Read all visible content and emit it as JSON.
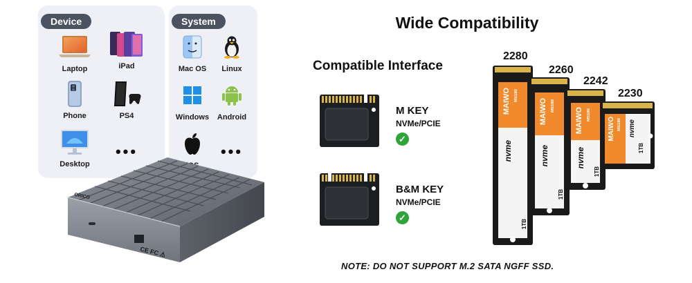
{
  "device_panel": {
    "title": "Device",
    "items": [
      {
        "label": "Laptop",
        "icon": "laptop-icon"
      },
      {
        "label": "iPad",
        "icon": "tablet-icon"
      },
      {
        "label": "Phone",
        "icon": "phone-icon"
      },
      {
        "label": "PS4",
        "icon": "console-icon"
      },
      {
        "label": "Desktop",
        "icon": "desktop-icon"
      },
      {
        "label": "•••",
        "icon": "more-icon"
      }
    ]
  },
  "system_panel": {
    "title": "System",
    "items": [
      {
        "label": "Mac OS",
        "icon": "finder-icon"
      },
      {
        "label": "Linux",
        "icon": "tux-icon"
      },
      {
        "label": "Windows",
        "icon": "windows-icon"
      },
      {
        "label": "Android",
        "icon": "android-icon"
      },
      {
        "label": "iOS",
        "icon": "apple-icon"
      },
      {
        "label": "•••",
        "icon": "more-icon"
      }
    ]
  },
  "hub": {
    "brand_mark": "ORICO",
    "cert_marks": "CE FC ⚠"
  },
  "compat": {
    "title": "Wide Compatibility",
    "interface_title": "Compatible Interface",
    "keys": [
      {
        "name": "M KEY",
        "protocol": "NVMe/PCIE",
        "supported": true
      },
      {
        "name": "B&M KEY",
        "protocol": "NVMe/PCIE",
        "supported": true
      }
    ],
    "check_glyph": "✓",
    "note": "NOTE: DO NOT SUPPORT M.2 SATA NGFF SSD."
  },
  "ssds": [
    {
      "size": "2280",
      "brand": "MAIWO",
      "model": "MS180",
      "capacity": "1TB",
      "protocol": "nvme"
    },
    {
      "size": "2260",
      "brand": "MAIWO",
      "model": "MS180",
      "capacity": "1TB",
      "protocol": "nvme"
    },
    {
      "size": "2242",
      "brand": "MAIWO",
      "model": "MS180",
      "capacity": "1TB",
      "protocol": "nvme"
    },
    {
      "size": "2230",
      "brand": "MAIWO",
      "model": "MS180",
      "capacity": "1TB",
      "protocol": "nvme"
    }
  ],
  "colors": {
    "panel_bg": "#eef0f5",
    "tag_bg": "#4b5260",
    "ssd_orange": "#f08a2c",
    "ssd_black": "#1a1a1a",
    "check_green": "#2fa43b"
  }
}
